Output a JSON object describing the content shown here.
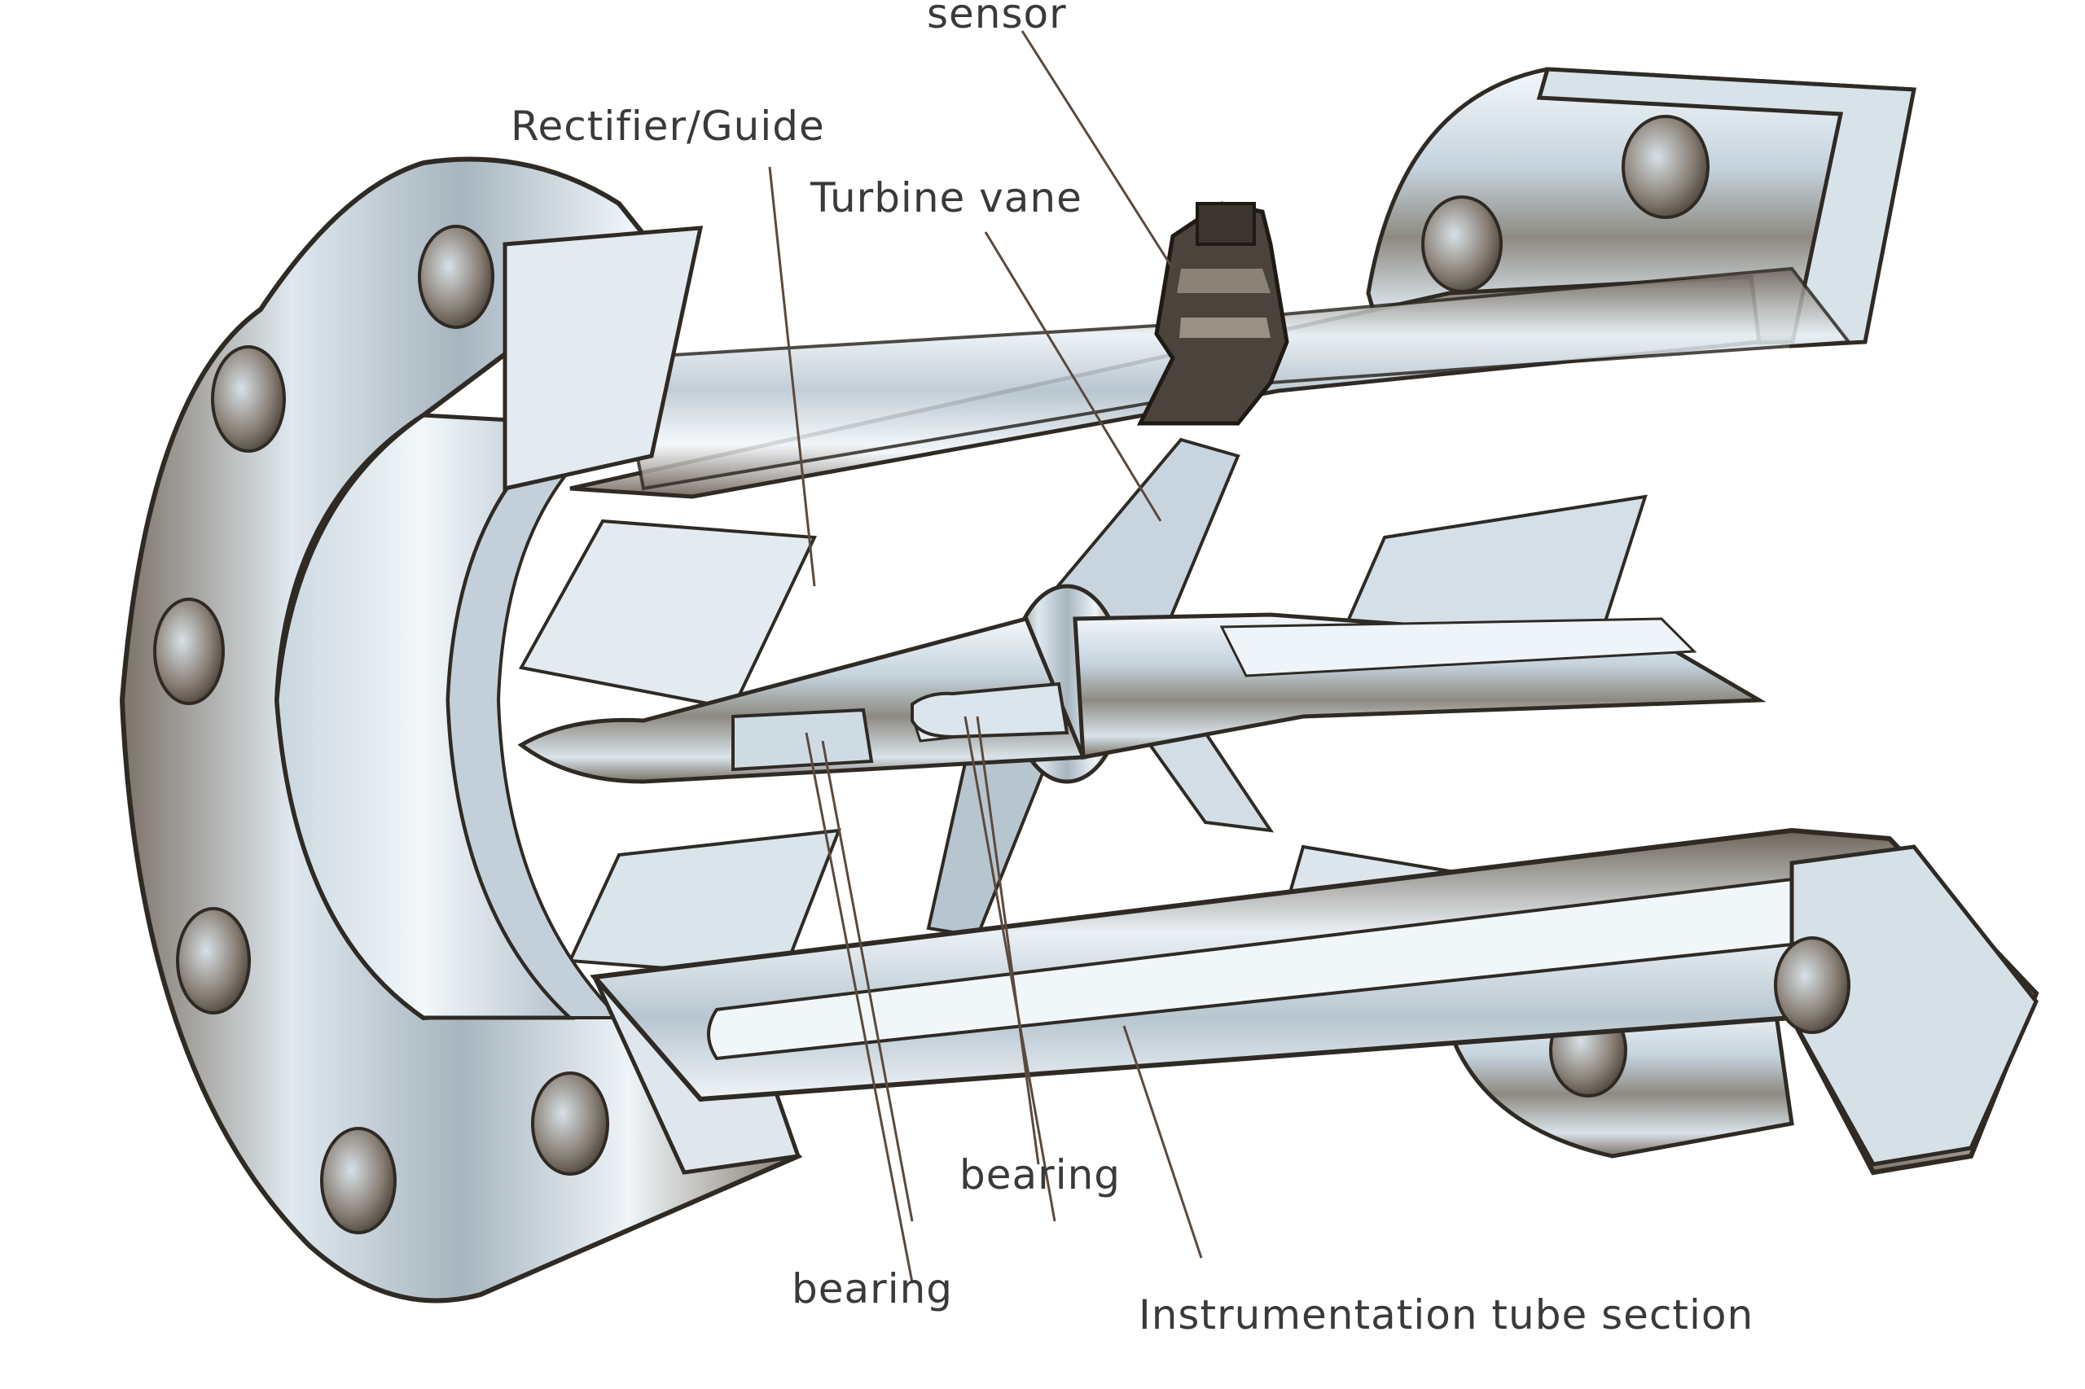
{
  "labels": {
    "sensor": "sensor",
    "rectifier": "Rectifier/Guide",
    "turbine_vane": "Turbine vane",
    "bearing_upper": "bearing",
    "bearing_lower": "bearing",
    "tube_section": "Instrumentation tube section"
  },
  "colors": {
    "background": "#ffffff",
    "metal_light": "#eef3f7",
    "metal_mid": "#b9c7d2",
    "metal_dark": "#6b6257",
    "outline": "#2f2a24",
    "leader": "#5a4a3e"
  }
}
